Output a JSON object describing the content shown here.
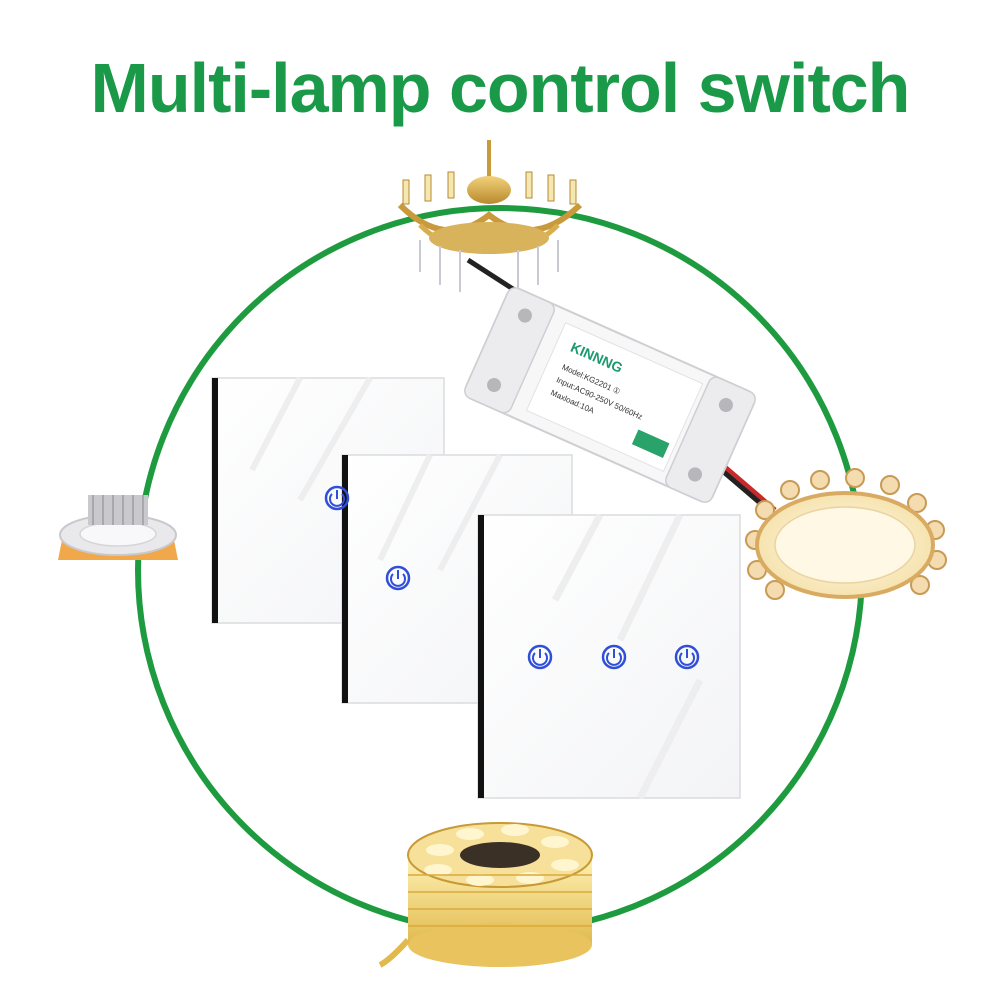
{
  "title": "Multi-lamp control switch",
  "colors": {
    "title": "#1a9a48",
    "ring": "#1f9b3f",
    "button_glow": "#2f4fd8",
    "panel_edge": "#111111"
  },
  "controller": {
    "brand": "KINNNG",
    "model": "Model:KG2201 ①",
    "input": "Input:AC90-250V 50/60Hz",
    "max_load": "Maxload:10A"
  },
  "icons": [
    "chandelier-icon",
    "downlight-icon",
    "ceiling-lamp-icon",
    "led-strip-reel-icon",
    "power-button-icon"
  ]
}
